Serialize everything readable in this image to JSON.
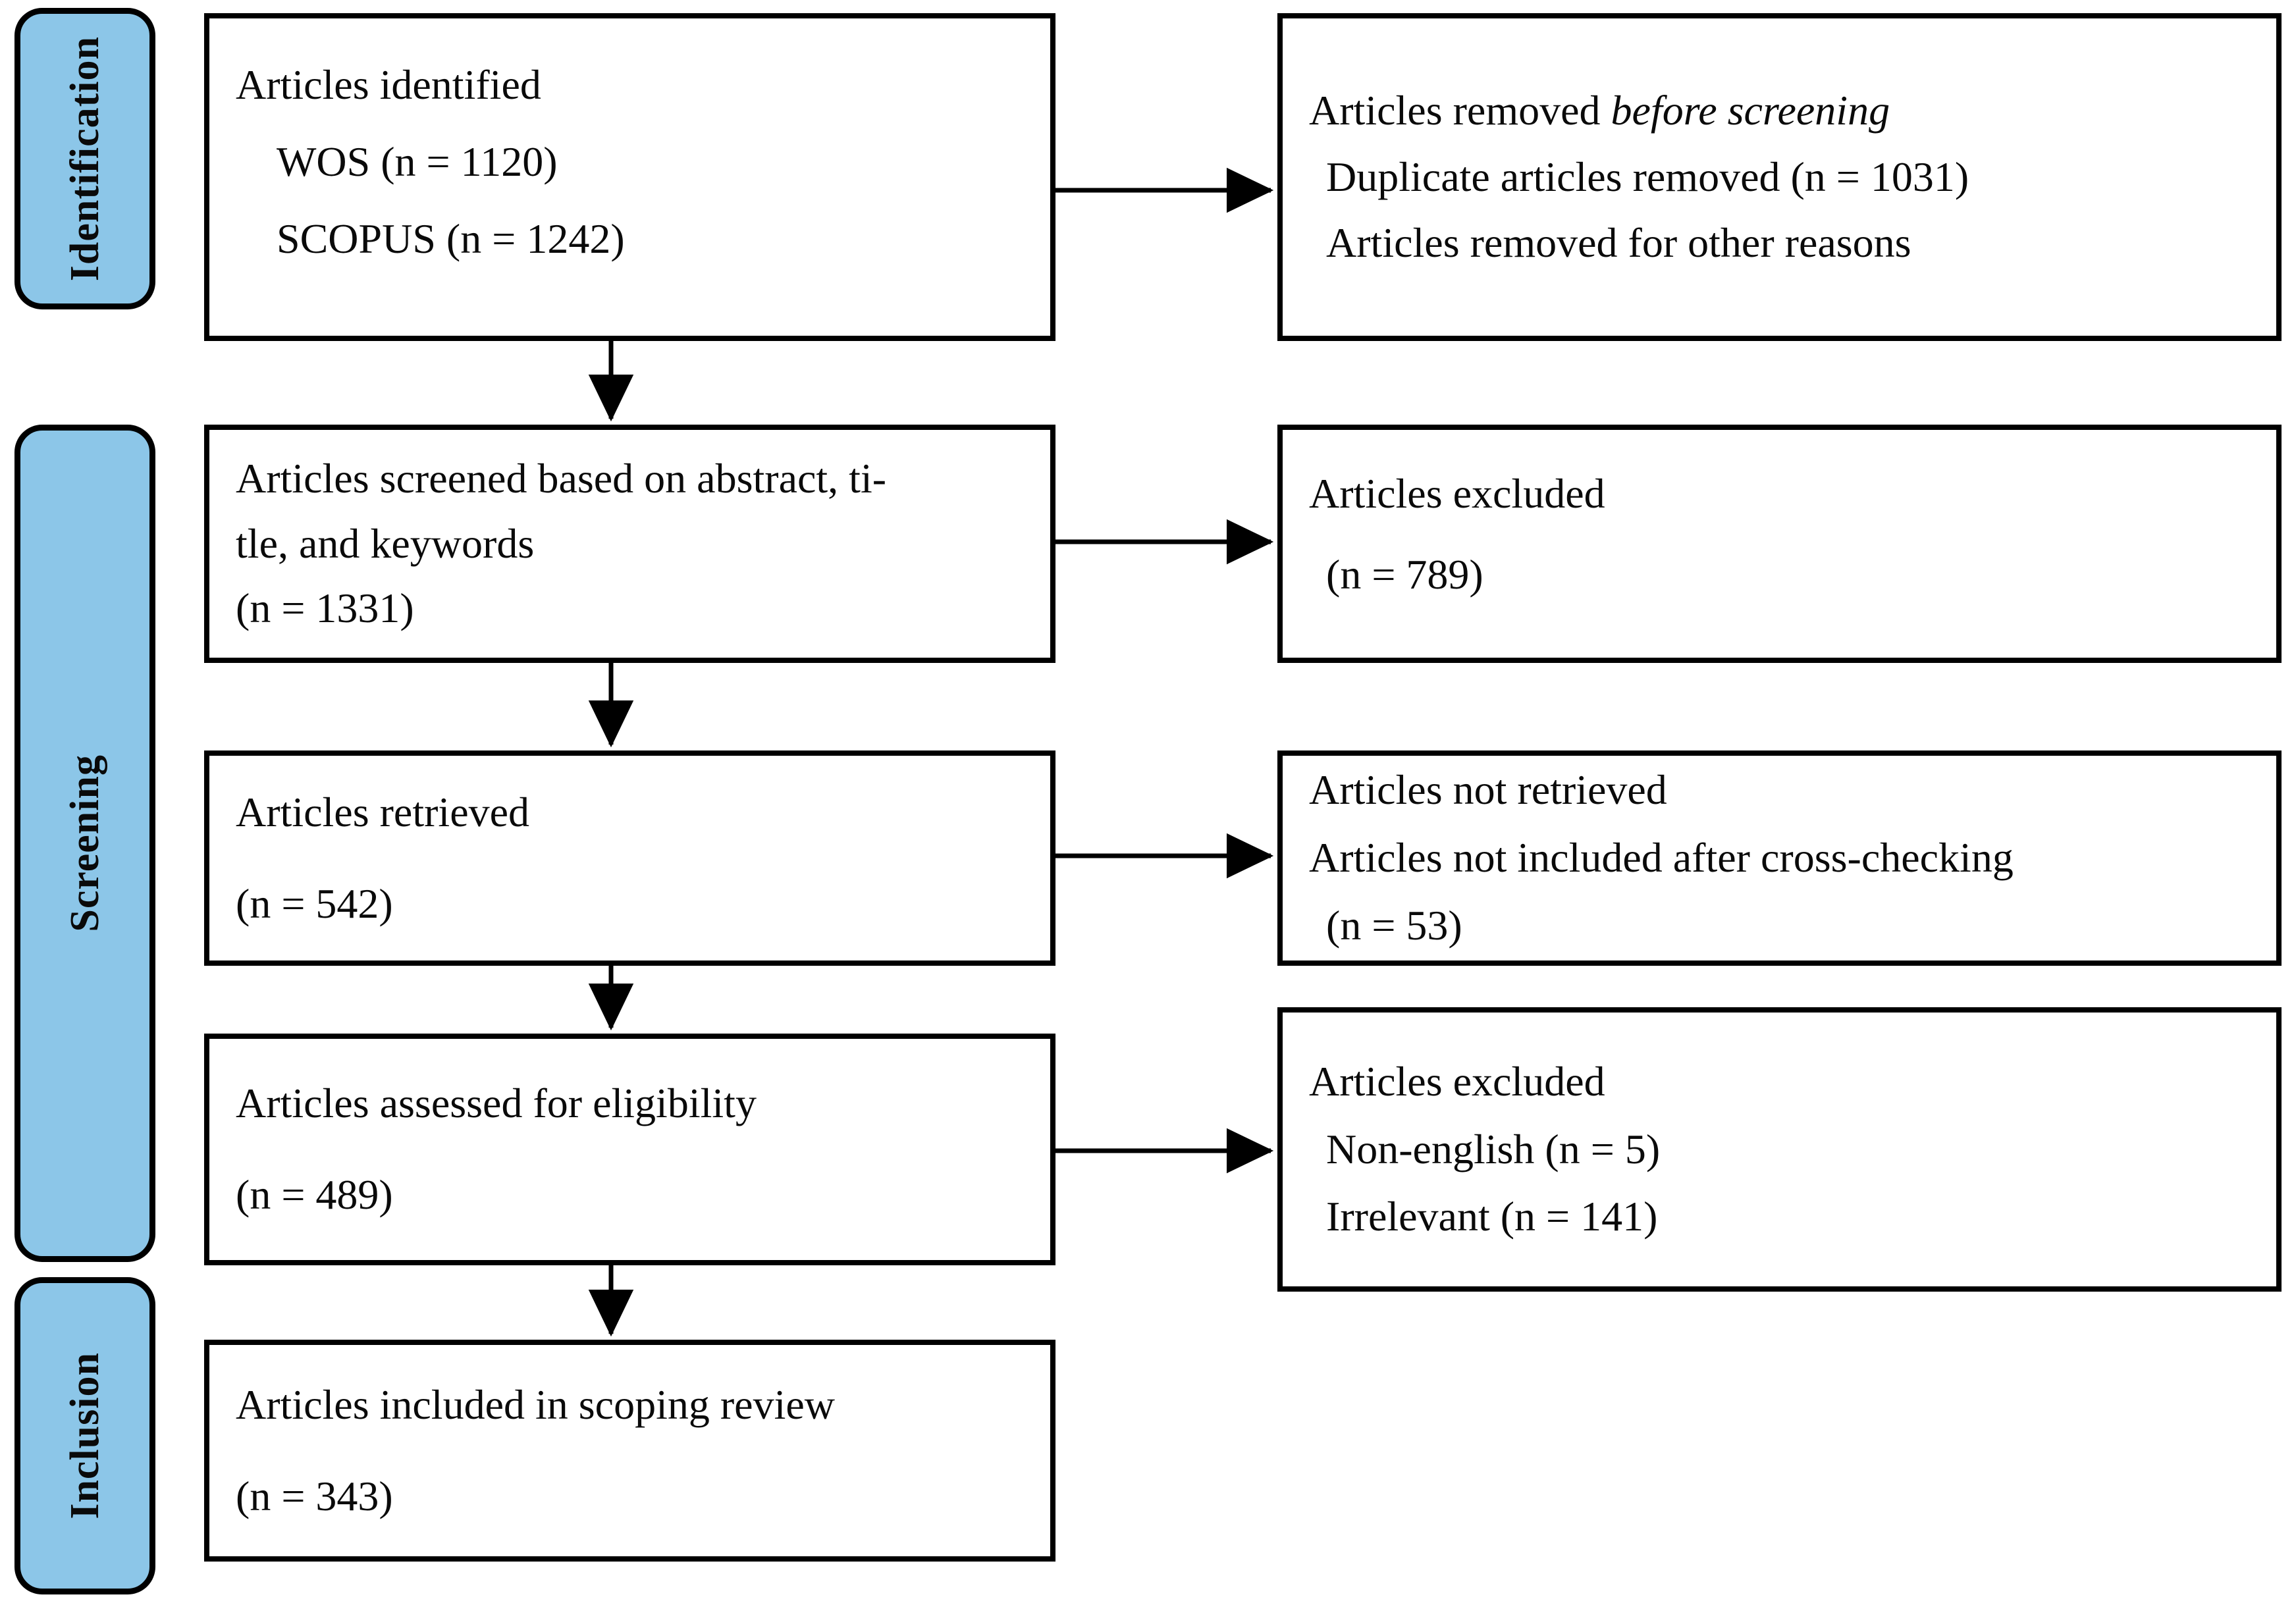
{
  "diagram": {
    "title": "PRISMA scoping review flow diagram",
    "accent_color": "#8CC6E8",
    "line_color": "#000000",
    "background": "#FFFFFF"
  },
  "stages": [
    {
      "id": "identification",
      "label": "Identification"
    },
    {
      "id": "screening",
      "label": "Screening"
    },
    {
      "id": "inclusion",
      "label": "Inclusion"
    }
  ],
  "boxes": {
    "identified": {
      "heading": "Articles identified",
      "line_wos": "WOS (n = 1120)",
      "line_scopus": "SCOPUS (n = 1242)"
    },
    "removed_before_screening": {
      "heading_lead": "Articles removed ",
      "heading_italic": "before screening",
      "line_duplicates": "Duplicate articles removed (n = 1031)",
      "line_other": "Articles removed for other reasons"
    },
    "screened": {
      "line1": "Articles screened based on abstract, ti-",
      "line2": "tle, and keywords",
      "line3": "(n = 1331)"
    },
    "excluded_screening": {
      "line1": "Articles excluded",
      "line2": "(n = 789)"
    },
    "retrieved": {
      "line1": "Articles retrieved",
      "line2": "(n = 542)"
    },
    "not_retrieved": {
      "line1": "Articles not retrieved",
      "line2": "Articles not included after cross-checking",
      "line3": "(n = 53)"
    },
    "assessed": {
      "line1": "Articles assessed for eligibility",
      "line2": "(n = 489)"
    },
    "excluded_eligibility": {
      "line1": "Articles excluded",
      "line2": "Non-english (n = 5)",
      "line3": "Irrelevant (n = 141)"
    },
    "included": {
      "line1": "Articles included in scoping review",
      "line2": "(n = 343)"
    }
  },
  "chart_data": {
    "type": "diagram",
    "title": "PRISMA flow diagram",
    "nodes": [
      {
        "id": "identified",
        "stage": "Identification",
        "label": "Articles identified",
        "items": [
          {
            "source": "WOS",
            "n": 1120
          },
          {
            "source": "SCOPUS",
            "n": 1242
          }
        ]
      },
      {
        "id": "removed_before_screening",
        "stage": "Identification",
        "label": "Articles removed before screening",
        "items": [
          {
            "reason": "Duplicate articles removed",
            "n": 1031
          },
          {
            "reason": "Articles removed for other reasons",
            "n": null
          }
        ]
      },
      {
        "id": "screened",
        "stage": "Screening",
        "label": "Articles screened based on abstract, title, and keywords",
        "n": 1331
      },
      {
        "id": "excluded_screening",
        "stage": "Screening",
        "label": "Articles excluded",
        "n": 789
      },
      {
        "id": "retrieved",
        "stage": "Screening",
        "label": "Articles retrieved",
        "n": 542
      },
      {
        "id": "not_retrieved",
        "stage": "Screening",
        "label": "Articles not retrieved / Articles not included after cross-checking",
        "n": 53
      },
      {
        "id": "assessed",
        "stage": "Screening",
        "label": "Articles assessed for eligibility",
        "n": 489
      },
      {
        "id": "excluded_eligibility",
        "stage": "Screening",
        "label": "Articles excluded",
        "items": [
          {
            "reason": "Non-english",
            "n": 5
          },
          {
            "reason": "Irrelevant",
            "n": 141
          }
        ]
      },
      {
        "id": "included",
        "stage": "Inclusion",
        "label": "Articles included in scoping review",
        "n": 343
      }
    ],
    "edges": [
      {
        "from": "identified",
        "to": "removed_before_screening",
        "direction": "right"
      },
      {
        "from": "identified",
        "to": "screened",
        "direction": "down"
      },
      {
        "from": "screened",
        "to": "excluded_screening",
        "direction": "right"
      },
      {
        "from": "screened",
        "to": "retrieved",
        "direction": "down"
      },
      {
        "from": "retrieved",
        "to": "not_retrieved",
        "direction": "right"
      },
      {
        "from": "retrieved",
        "to": "assessed",
        "direction": "down"
      },
      {
        "from": "assessed",
        "to": "excluded_eligibility",
        "direction": "right"
      },
      {
        "from": "assessed",
        "to": "included",
        "direction": "down"
      }
    ]
  }
}
